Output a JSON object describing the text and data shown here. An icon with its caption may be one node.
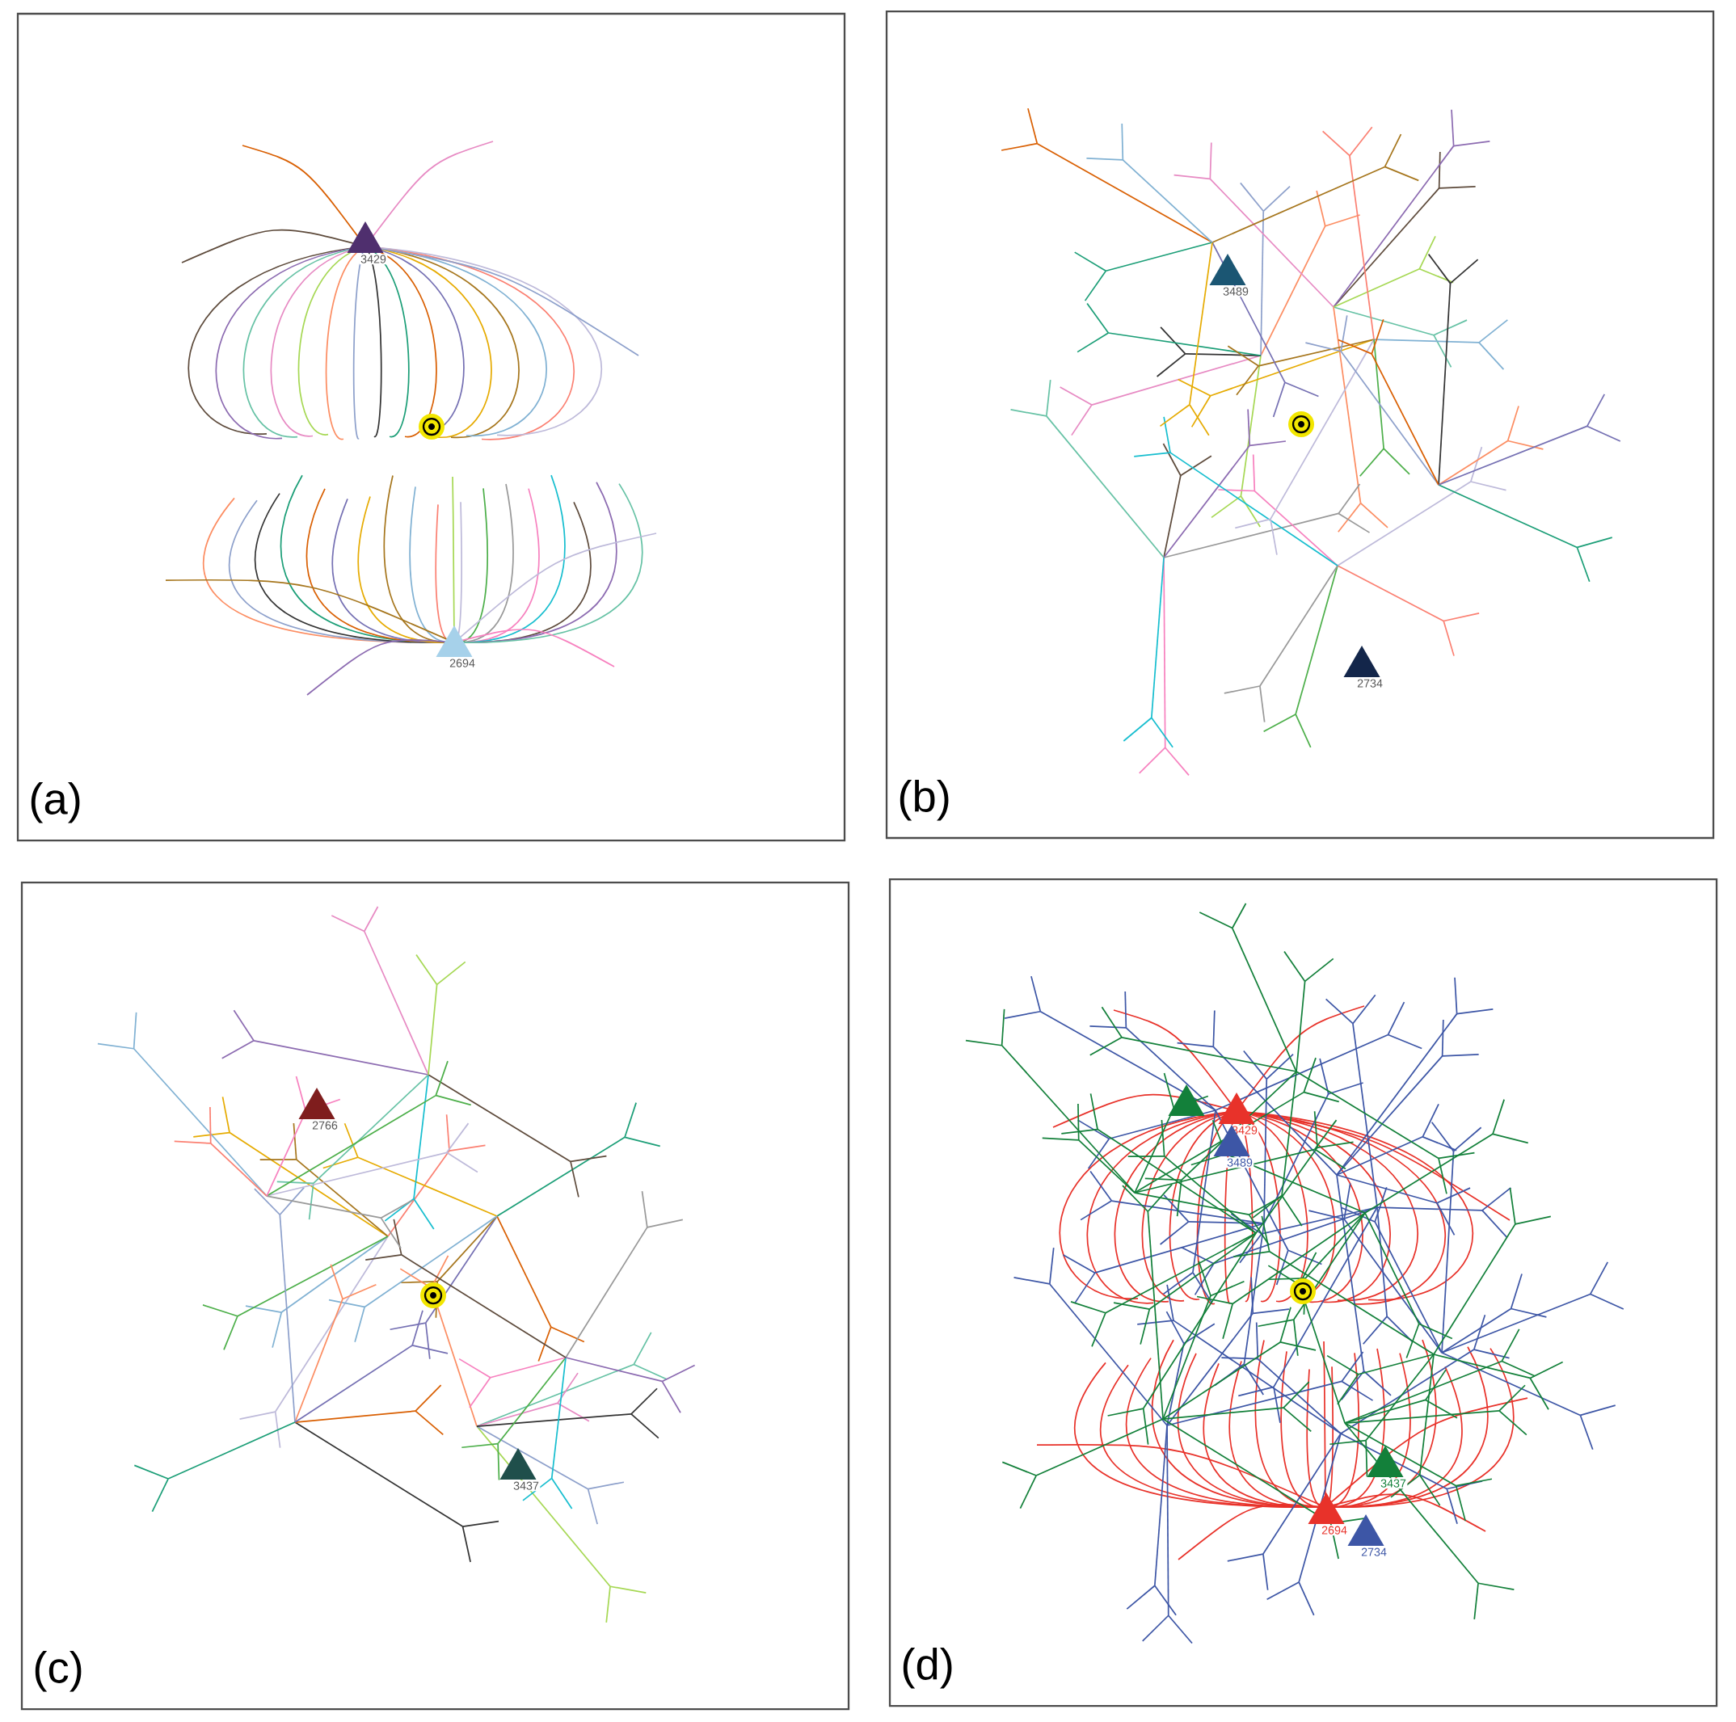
{
  "diagram": {
    "nodes": [
      {
        "text": [
          "(a)"
        ]
      },
      {
        "text": [
          "3429"
        ],
        "in": 0
      },
      {
        "text": [
          "2694"
        ],
        "in": 0
      },
      {
        "text": [
          "(b)"
        ]
      },
      {
        "text": [
          "3489"
        ],
        "in": 3
      },
      {
        "text": [
          "2734"
        ],
        "in": 3
      },
      {
        "text": [
          "(c)"
        ]
      },
      {
        "text": [
          "2766"
        ],
        "in": 6
      },
      {
        "text": [
          "3437"
        ],
        "in": 6
      },
      {
        "text": [
          "(d)"
        ]
      },
      {
        "text": [],
        "shape": "triangle",
        "in": 9
      },
      {
        "text": [
          "3429"
        ],
        "in": 9
      },
      {
        "text": [
          "3489"
        ],
        "in": 9
      },
      {
        "text": [
          "3437"
        ],
        "in": 9
      },
      {
        "text": [
          "2694"
        ],
        "in": 9
      },
      {
        "text": [
          "2734"
        ],
        "in": 9
      }
    ]
  }
}
